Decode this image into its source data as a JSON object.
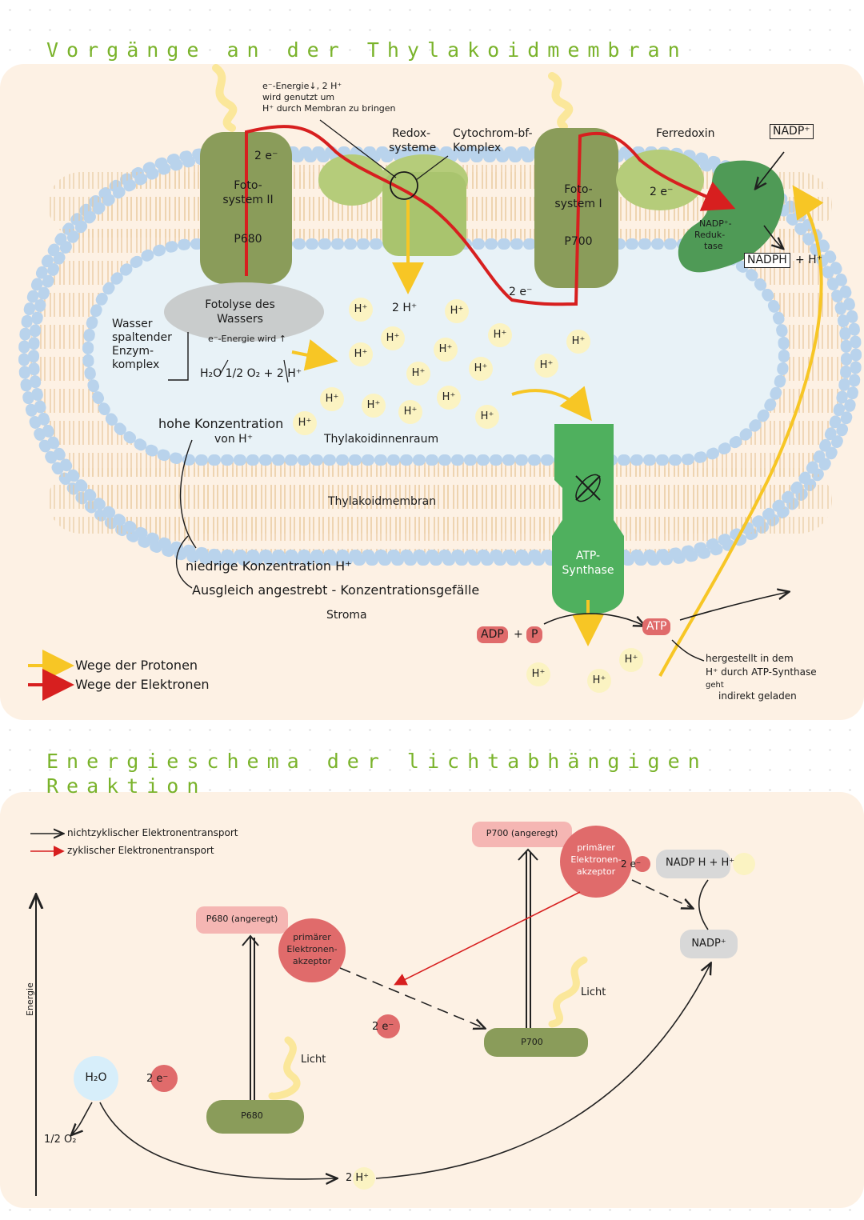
{
  "titles": {
    "top": "Vorgänge an der Thylakoidmembran",
    "bottom_line1": "Energieschema der lichtabhängigen",
    "bottom_line2": "Reaktion"
  },
  "membrane": {
    "energy_note": [
      "e⁻-Energie↓, 2 H⁺",
      "wird genutzt um",
      "H⁺ durch Membran zu bringen"
    ],
    "redox": [
      "Redox-",
      "systeme"
    ],
    "cytochrom": [
      "Cytochrom-bf-",
      "Komplex"
    ],
    "ferredoxin": "Ferredoxin",
    "nadp_plus": "NADP⁺",
    "ps2": [
      "Foto-",
      "system II"
    ],
    "ps2_p": "P680",
    "ps1": [
      "Foto-",
      "system I"
    ],
    "ps1_p": "P700",
    "two_e": "2 e⁻",
    "nadp_red": [
      "NADP⁺-",
      "Reduk-",
      "tase"
    ],
    "nadph": "NADPH",
    "plus_h": "+ H⁺",
    "fotolyse": [
      "Fotolyse des",
      "Wassers"
    ],
    "fotolyse_sub": "e⁻-Energie wird ↑",
    "water_eq": "H₂O  1/2 O₂ + 2 H⁺",
    "enzym": [
      "Wasser",
      "spaltender",
      "Enzym-",
      "komplex"
    ],
    "high_conc": [
      "hohe Konzentration",
      "von H⁺"
    ],
    "inner_space": "Thylakoidinnenraum",
    "membrane_label": "Thylakoidmembran",
    "low_conc": "niedrige Konzentration H⁺",
    "balance": "Ausgleich angestrebt - Konzentrationsgefälle",
    "stroma": "Stroma",
    "atp_synthase": [
      "ATP-",
      "Synthase"
    ],
    "adp": "ADP",
    "plus": "+",
    "p": "P",
    "atp": "ATP",
    "atp_note": [
      "hergestellt in dem",
      "H⁺ durch ATP-Synthase",
      "geht",
      "indirekt geladen"
    ],
    "h_plus": "H⁺",
    "two_h": "2 H⁺"
  },
  "legend": {
    "protons": "Wege der Protonen",
    "electrons": "Wege der Elektronen"
  },
  "energy": {
    "legend_noncyclic": "nichtzyklischer Elektronentransport",
    "legend_cyclic": "zyklischer Elektronentransport",
    "axis": "Energie",
    "p680_exc": "P680 (angeregt)",
    "p700_exc": "P700 (angeregt)",
    "acceptor": [
      "primärer",
      "Elektronen-",
      "akzeptor"
    ],
    "p680": "P680",
    "p700": "P700",
    "licht": "Licht",
    "h2o": "H₂O",
    "half_o2": "1/2 O₂",
    "two_e": "2 e⁻",
    "two_h": "2 H⁺",
    "nadph_line": "NADP H + H⁺",
    "nadp": "NADP⁺"
  },
  "colors": {
    "protons": "#f7c625",
    "electrons": "#d71f1f",
    "photosystem": "#8a9c5a",
    "title": "#7ab32b"
  }
}
